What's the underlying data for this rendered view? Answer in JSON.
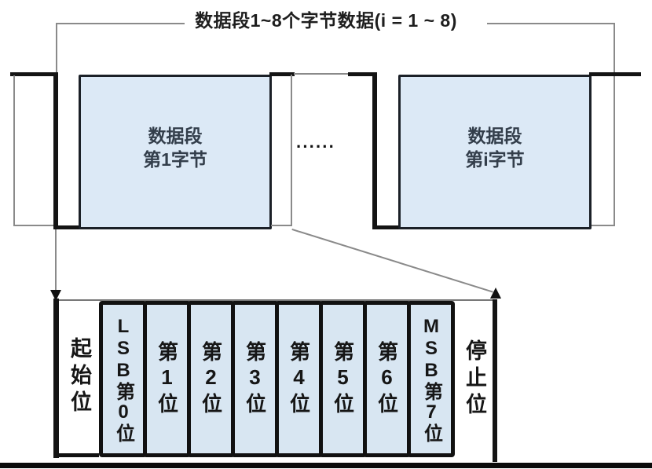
{
  "title": "数据段1~8个字节数据(i = 1 ~ 8)",
  "waveform": {
    "byte1": {
      "line1": "数据段",
      "line2": "第1字节"
    },
    "byte_i": {
      "line1": "数据段",
      "line2": "第i字节"
    },
    "ellipsis": "······"
  },
  "bits": {
    "start": "起始位",
    "stop": "停止位",
    "cells": [
      {
        "label": "LSB第0位"
      },
      {
        "label": "第1位"
      },
      {
        "label": "第2位"
      },
      {
        "label": "第3位"
      },
      {
        "label": "第4位"
      },
      {
        "label": "第5位"
      },
      {
        "label": "第6位"
      },
      {
        "label": "MSB第7位"
      }
    ]
  },
  "colors": {
    "box_fill": "#dce9f6",
    "cell_fill": "#d8e6f2",
    "line_dark": "#141414",
    "line_gray": "#8a8a8a",
    "box_text": "#333e4b"
  }
}
